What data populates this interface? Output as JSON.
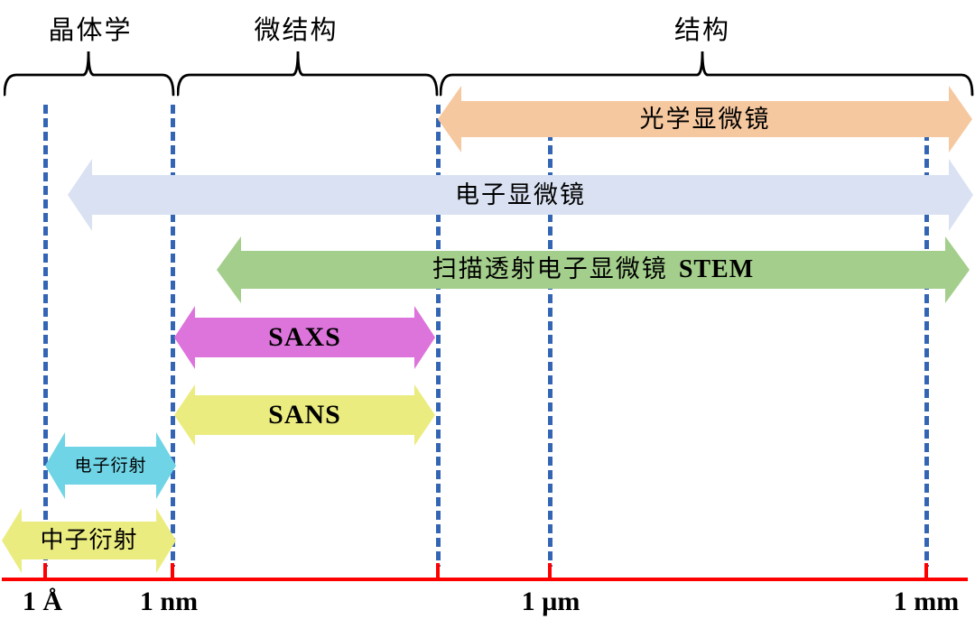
{
  "diagram": {
    "regions": [
      {
        "label": "晶体学"
      },
      {
        "label": "微结构"
      },
      {
        "label": "结构"
      }
    ],
    "arrows": [
      {
        "name": "optical-microscope",
        "label": "光学显微镜",
        "color": "#F6C8A0"
      },
      {
        "name": "electron-microscope",
        "label": "电子显微镜",
        "color": "#D9E1F2"
      },
      {
        "name": "stem",
        "label_cn": "扫描透射电子显微镜",
        "label_en": "STEM",
        "color": "#A4CE8C"
      },
      {
        "name": "saxs",
        "label": "SAXS",
        "color": "#DD74DC"
      },
      {
        "name": "sans",
        "label": "SANS",
        "color": "#EBEC80"
      },
      {
        "name": "electron-diffraction",
        "label": "电子衍射",
        "color": "#6FD4E5"
      },
      {
        "name": "neutron-diffraction",
        "label": "中子衍射",
        "color": "#EBEC80"
      }
    ],
    "axis": {
      "tick_labels": [
        "1 Å",
        "1 nm",
        "1 µm",
        "1 mm"
      ],
      "line_color": "#FF0000",
      "dashed_line_color": "#3465B4"
    }
  }
}
